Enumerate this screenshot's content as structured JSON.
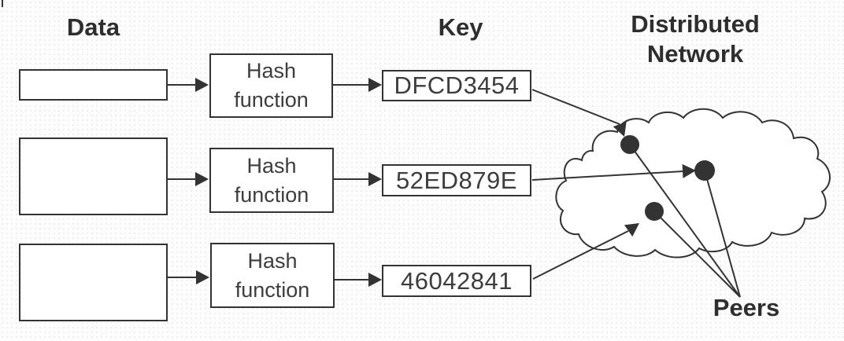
{
  "diagram": {
    "titles": {
      "data": "Data",
      "key": "Key",
      "network": "Distributed Network",
      "peers": "Peers"
    },
    "rows": [
      {
        "hash_label": "Hash function",
        "key_value": "DFCD3454"
      },
      {
        "hash_label": "Hash function",
        "key_value": "52ED879E"
      },
      {
        "hash_label": "Hash function",
        "key_value": "46042841"
      }
    ],
    "peer_count": 3,
    "icons": {
      "cloud": "network-cloud",
      "peer": "peer-node-dot",
      "arrow": "flow-arrow"
    },
    "colors": {
      "stroke": "#333333",
      "heading_text": "#2e2e2e",
      "box_text": "#3d3d3d",
      "box_fill": "#ffffff",
      "peer_fill": "#333333",
      "background": "#fdfdfd"
    }
  }
}
